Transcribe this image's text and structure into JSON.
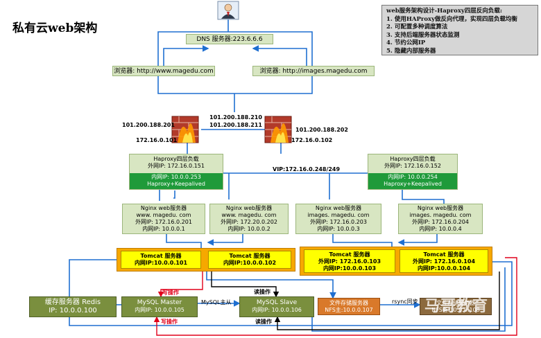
{
  "title": "私有云web架构",
  "notes": {
    "heading": "web服务架构设计-Haproxy四层反向负载:",
    "items": [
      "1. 使用HAProxy做反向代理，实现四层负载均衡",
      "2. 可配置多种调度算法",
      "3. 支持后端服务器状态监测",
      "4. 节约公网IP",
      "5. 隐藏内部服务器"
    ]
  },
  "dns": {
    "label": "DNS 服务器:223.6.6.6"
  },
  "browsers": [
    {
      "label": "浏览器: http://www.magedu.com"
    },
    {
      "label": "浏览器: http://images.magedu.com"
    }
  ],
  "firewalls": {
    "left_public": "101.200.188.201",
    "left_inner": "172.16.0.101",
    "right_public": "101.200.188.202",
    "right_inner": "172.16.0.102",
    "shared_top": "101.200.188.210",
    "shared_bottom": "101.200.188.211"
  },
  "haproxy": [
    {
      "title": "Haproxy四层负载",
      "outer": "外网IP: 172.16.0.151",
      "inner": "内网IP: 10.0.0.253",
      "mode": "Haproxy+Keepalived"
    },
    {
      "title": "Haproxy四层负载",
      "outer": "外网IP: 172.16.0.152",
      "inner": "内网IP: 10.0.0.254",
      "mode": "Haproxy+Keepalived"
    }
  ],
  "vip": "VIP:172.16.0.248/249",
  "nginx": [
    {
      "title": "Nginx web服务器",
      "site": "www. magedu. com",
      "outer": "外网IP: 172.16.0.201",
      "inner": "内网IP: 10.0.0.1"
    },
    {
      "title": "Nginx web服务器",
      "site": "www. magedu. com",
      "outer": "外网IP: 172.20.0.202",
      "inner": "内网IP: 10.0.0.2"
    },
    {
      "title": "Nginx web服务器",
      "site": "images. magedu. com",
      "outer": "外网IP: 172.16.0.203",
      "inner": "内网IP: 10.0.0.3"
    },
    {
      "title": "Nginx web服务器",
      "site": "images. magedu. com",
      "outer": "外网IP: 172.16.0.204",
      "inner": "内网IP: 10.0.0.4"
    }
  ],
  "tomcat_left": [
    {
      "title": "Tomcat 服务器",
      "inner": "内网IP:10.0.0.101"
    },
    {
      "title": "Tomcat 服务器",
      "inner": "内网IP:10.0.0.102"
    }
  ],
  "tomcat_right": [
    {
      "title": "Tomcat 服务器",
      "outer": "外网IP: 172.16.0.103",
      "inner": "内网IP:10.0.0.103"
    },
    {
      "title": "Tomcat 服务器",
      "outer": "外网IP: 172.16.0.104",
      "inner": "内网IP:10.0.0.104"
    }
  ],
  "redis": {
    "title": "缓存服务器 Redis",
    "ip": "IP: 10.0.0.100"
  },
  "mysql_master": {
    "title": "MySQL Master",
    "inner": "内网IP: 10.0.0.105"
  },
  "mysql_slave": {
    "title": "MySQL Slave",
    "inner": "内网IP: 10.0.0.106"
  },
  "replication": "MySQL主从",
  "write_op_top": "写操作",
  "write_op_bottom": "写操作",
  "read_op_top": "读操作",
  "read_op_bottom": "读操作",
  "nfs": {
    "title": "文件存储服务器",
    "inner": "NFS主:10.0.0.107"
  },
  "rsync": "rsync同步",
  "nfs_backup": {
    "title": "文件存储服务器",
    "inner": "NFS备:10.0.0.108"
  },
  "watermark": "马哥教育",
  "colors": {
    "wire": "#1f6fd1",
    "write": "#e0001a",
    "read": "#000000"
  }
}
